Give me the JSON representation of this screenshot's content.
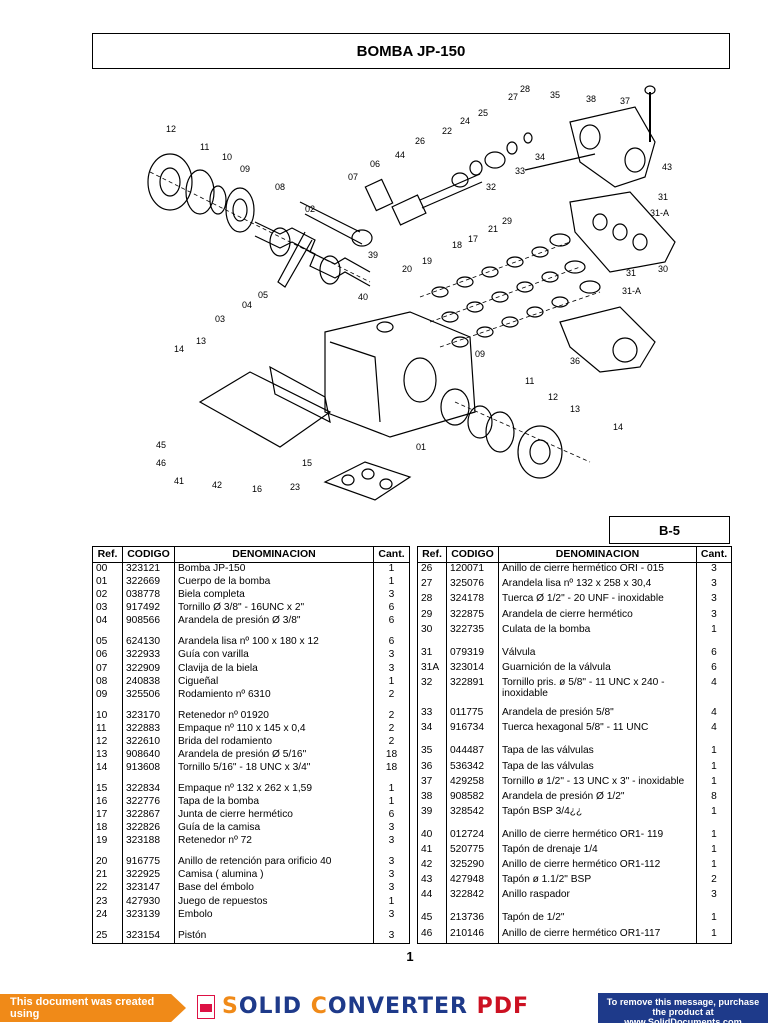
{
  "title": "BOMBA JP-150",
  "section_code": "B-5",
  "page_number": "1",
  "headers": {
    "ref": "Ref.",
    "code": "CODIGO",
    "desc": "DENOMINACION",
    "qty": "Cant."
  },
  "left_table": [
    {
      "ref": "00",
      "code": "323121",
      "desc": "Bomba JP-150",
      "qty": "1"
    },
    {
      "ref": "01",
      "code": "322669",
      "desc": "Cuerpo de la bomba",
      "qty": "1"
    },
    {
      "ref": "02",
      "code": "038778",
      "desc": "Biela completa",
      "qty": "3"
    },
    {
      "ref": "03",
      "code": "917492",
      "desc": "Tornillo Ø 3/8\" - 16UNC x 2\"",
      "qty": "6"
    },
    {
      "ref": "04",
      "code": "908566",
      "desc": "Arandela de presión Ø 3/8\"",
      "qty": "6"
    },
    {
      "ref": "05",
      "code": "624130",
      "desc": "Arandela lisa nº 100 x 180 x 12",
      "qty": "6"
    },
    {
      "ref": "06",
      "code": "322933",
      "desc": "Guía con varilla",
      "qty": "3"
    },
    {
      "ref": "07",
      "code": "322909",
      "desc": "Clavija de la  biela",
      "qty": "3"
    },
    {
      "ref": "08",
      "code": "240838",
      "desc": "Cigueñal",
      "qty": "1"
    },
    {
      "ref": "09",
      "code": "325506",
      "desc": "Rodamiento nº  6310",
      "qty": "2"
    },
    {
      "ref": "10",
      "code": "323170",
      "desc": "Retenedor  nº 01920",
      "qty": "2"
    },
    {
      "ref": "11",
      "code": "322883",
      "desc": "Empaque nº 110 x 145 x 0,4",
      "qty": "2"
    },
    {
      "ref": "12",
      "code": "322610",
      "desc": "Brida del rodamiento",
      "qty": "2"
    },
    {
      "ref": "13",
      "code": "908640",
      "desc": "Arandela de presión Ø  5/16\"",
      "qty": "18"
    },
    {
      "ref": "14",
      "code": "913608",
      "desc": "Tornillo  5/16\" - 18 UNC x 3/4\"",
      "qty": "18"
    },
    {
      "ref": "15",
      "code": "322834",
      "desc": "Empaque nº  132 x 262 x 1,59",
      "qty": "1"
    },
    {
      "ref": "16",
      "code": "322776",
      "desc": "Tapa de la bomba",
      "qty": "1"
    },
    {
      "ref": "17",
      "code": "322867",
      "desc": "Junta de cierre hermético",
      "qty": "6"
    },
    {
      "ref": "18",
      "code": "322826",
      "desc": "Guía de la camisa",
      "qty": "3"
    },
    {
      "ref": "19",
      "code": "323188",
      "desc": "Retenedor nº 72",
      "qty": "3"
    },
    {
      "ref": "20",
      "code": "916775",
      "desc": "Anillo de retención para orificio 40",
      "qty": "3"
    },
    {
      "ref": "21",
      "code": "322925",
      "desc": "Camisa ( alumina )",
      "qty": "3"
    },
    {
      "ref": "22",
      "code": "323147",
      "desc": "Base del émbolo",
      "qty": "3"
    },
    {
      "ref": "23",
      "code": "427930",
      "desc": "Juego de repuestos",
      "qty": "1"
    },
    {
      "ref": "24",
      "code": "323139",
      "desc": "Émbolo",
      "qty": "3"
    },
    {
      "ref": "25",
      "code": "323154",
      "desc": "Pistón",
      "qty": "3"
    }
  ],
  "right_table": [
    {
      "ref": "26",
      "code": "120071",
      "desc": "Anillo de cierre hermético ORI - 015",
      "qty": "3"
    },
    {
      "ref": "27",
      "code": "325076",
      "desc": "Arandela lisa nº 132 x 258 x 30,4",
      "qty": "3"
    },
    {
      "ref": "28",
      "code": "324178",
      "desc": "Tuerca  Ø 1/2\" - 20 UNF -  inoxidable",
      "qty": "3"
    },
    {
      "ref": "29",
      "code": "322875",
      "desc": "Arandela de cierre hermético",
      "qty": "3"
    },
    {
      "ref": "30",
      "code": "322735",
      "desc": "Culata  de la bomba",
      "qty": "1"
    },
    {
      "ref": "31",
      "code": "079319",
      "desc": "Válvula",
      "qty": "6"
    },
    {
      "ref": "31A",
      "code": "323014",
      "desc": "Guarnición de la  válvula",
      "qty": "6"
    },
    {
      "ref": "32",
      "code": "322891",
      "desc": "Tornillo pris. ø 5/8\" - 11 UNC x 240 - inoxidable",
      "qty": "4"
    },
    {
      "ref": "33",
      "code": "011775",
      "desc": "Arandela de presión 5/8\"",
      "qty": "4"
    },
    {
      "ref": "34",
      "code": "916734",
      "desc": "Tuerca hexagonal 5/8\" - 11 UNC",
      "qty": "4"
    },
    {
      "ref": "35",
      "code": "044487",
      "desc": "Tapa de las válvulas",
      "qty": "1"
    },
    {
      "ref": "36",
      "code": "536342",
      "desc": "Tapa de las válvulas",
      "qty": "1"
    },
    {
      "ref": "37",
      "code": "429258",
      "desc": "Tornillo ø 1/2\" - 13 UNC x 3\" -  inoxidable",
      "qty": "1"
    },
    {
      "ref": "38",
      "code": "908582",
      "desc": "Arandela de presión  Ø 1/2\"",
      "qty": "8"
    },
    {
      "ref": "39",
      "code": "328542",
      "desc": "Tapón  BSP 3/4¿¿",
      "qty": "1"
    },
    {
      "ref": "40",
      "code": "012724",
      "desc": "Anillo de cierre hermético OR1- 119",
      "qty": "1"
    },
    {
      "ref": "41",
      "code": "520775",
      "desc": "Tapón de drenaje  1/4",
      "qty": "1"
    },
    {
      "ref": "42",
      "code": "325290",
      "desc": "Anillo de cierre hermético OR1-112",
      "qty": "1"
    },
    {
      "ref": "43",
      "code": "427948",
      "desc": "Tapón ø 1.1/2\" BSP",
      "qty": "2"
    },
    {
      "ref": "44",
      "code": "322842",
      "desc": "Anillo  raspador",
      "qty": "3"
    },
    {
      "ref": "45",
      "code": "213736",
      "desc": "Tapón de  1/2\"",
      "qty": "1"
    },
    {
      "ref": "46",
      "code": "210146",
      "desc": "Anillo de cierre hermético OR1-117",
      "qty": "1"
    }
  ],
  "callouts": [
    "12",
    "11",
    "10",
    "09",
    "08",
    "02",
    "06",
    "07",
    "44",
    "26",
    "22",
    "24",
    "25",
    "27",
    "28",
    "35",
    "38",
    "37",
    "34",
    "33",
    "43",
    "32",
    "31",
    "31-A",
    "29",
    "21",
    "17",
    "18",
    "19",
    "20",
    "39",
    "40",
    "03",
    "04",
    "05",
    "14",
    "13",
    "45",
    "46",
    "41",
    "42",
    "16",
    "15",
    "23",
    "01",
    "09",
    "11",
    "12",
    "13",
    "14",
    "36",
    "31",
    "31-A",
    "30"
  ],
  "banner": {
    "left_text": "This document was created using",
    "brand_a": "S",
    "brand_b": "OLID ",
    "brand_c": "C",
    "brand_d": "ONVERTER",
    "brand_pdf": " PDF",
    "removal_text": "To remove this message, purchase the product at www.SolidDocuments.com"
  }
}
